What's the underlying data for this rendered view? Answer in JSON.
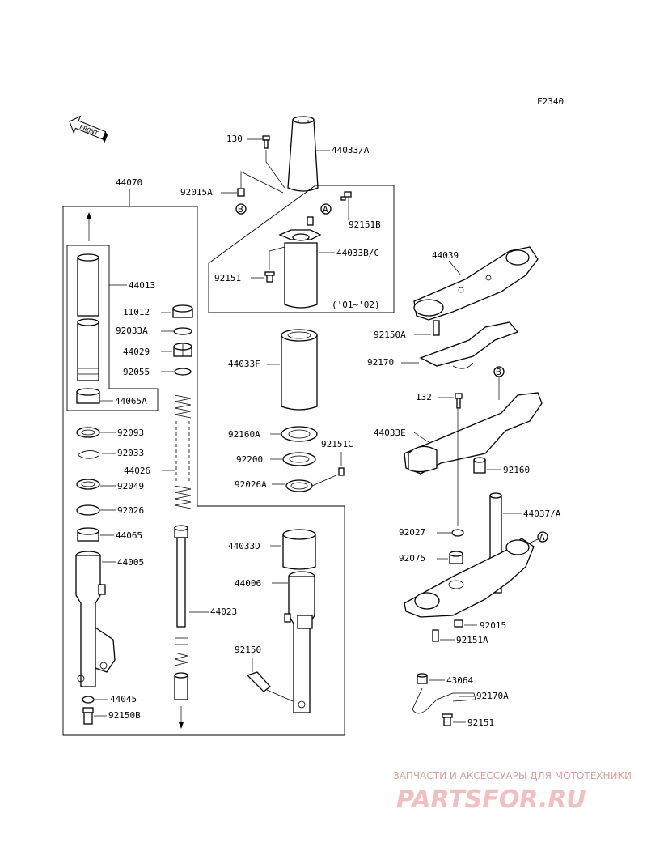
{
  "diagram": {
    "code": "F2340",
    "front_label": "FRONT",
    "callouts": [
      "A",
      "B"
    ],
    "year_note": "('01~'02)",
    "parts": {
      "p130": "130",
      "p44033A": "44033/A",
      "p92015A": "92015A",
      "p92151B": "92151B",
      "p44033BC": "44033B/C",
      "p92151_top": "92151",
      "p44070": "44070",
      "p44013": "44013",
      "p11012": "11012",
      "p92033A": "92033A",
      "p44029": "44029",
      "p92055": "92055",
      "p44065A": "44065A",
      "p92093": "92093",
      "p92033": "92033",
      "p44026": "44026",
      "p92049": "92049",
      "p92026": "92026",
      "p44065": "44065",
      "p44005": "44005",
      "p44045": "44045",
      "p92150B": "92150B",
      "p44033F": "44033F",
      "p92160A": "92160A",
      "p92151C": "92151C",
      "p92200": "92200",
      "p92026A": "92026A",
      "p44033D": "44033D",
      "p44006": "44006",
      "p44023": "44023",
      "p92150": "92150",
      "p44039": "44039",
      "p92150A": "92150A",
      "p92170": "92170",
      "p132": "132",
      "p44033E": "44033E",
      "p92160": "92160",
      "p44037A": "44037/A",
      "p92027": "92027",
      "p92075": "92075",
      "p92015": "92015",
      "p92151A": "92151A",
      "p43064": "43064",
      "p92170A": "92170A",
      "p92151_bot": "92151"
    }
  },
  "watermark": {
    "line1": "ЗАПЧАСТИ И АКСЕССУАРЫ ДЛЯ МОТОТЕХНИКИ",
    "line2": "PARTSFOR.RU"
  },
  "colors": {
    "ink": "#000000",
    "watermark": "#f0c0c0"
  }
}
